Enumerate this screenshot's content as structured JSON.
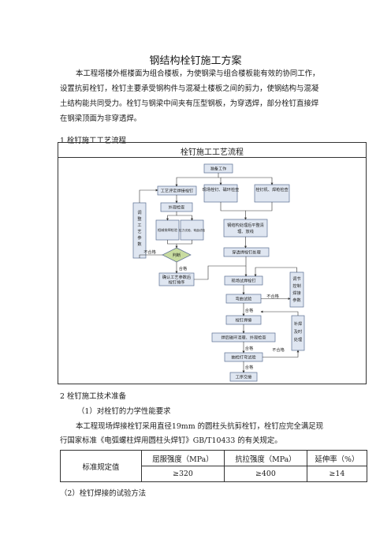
{
  "doc": {
    "title": "钢结构栓钉施工方案",
    "intro_lines": [
      "本工程塔楼外框楼面为组合楼板，为使钢梁与组合楼板能有效的协同工作，",
      "设置抗剪栓钉，栓钉主要承受钢构件与混凝土楼板之间的剪力，使钢结构与混凝",
      "土结构能共同受力。栓钉与钢梁中间夹有压型钢板，为穿透焊，部分栓钉直接焊",
      "在钢梁顶面为非穿透焊。"
    ],
    "section1": "1  栓钉施工工艺流程",
    "section2": "2  栓钉施工技术准备",
    "sub1": "（1）对栓钉的力学性能要求",
    "std_lines": [
      "本工程现场焊接栓钉采用直径19mm  的圆柱头抗剪栓钉，栓钉应完全满足现",
      "行国家标准《电弧螺柱焊用圆柱头焊钉》GB/T10433 的有关规定。"
    ],
    "sub2": "（2）栓钉焊接的试验方法"
  },
  "flow": {
    "caption": "栓钉施工工艺流程",
    "nodes": {
      "prep": "准备工作",
      "proc_test": "工艺评定焊接栓钉",
      "inspect_steel": "现场栓钉、磁环检查",
      "stud_grind": "栓钉机、焊枪检查",
      "appearance": "外观检查",
      "x_test": "相械排焊检验",
      "pull_test": "拉力试验、弯曲试验",
      "adjust_a": "调",
      "adjust_b": "整",
      "adjust_c": "工",
      "adjust_d": "艺",
      "adjust_e": "参",
      "adjust_f": "数",
      "judge": "判断",
      "fail": "不合格",
      "pass": "合格",
      "confirm_a": "确认工艺参数后",
      "confirm_b": "栓钉排序",
      "beam_a": "钢结构处理后平整清",
      "beam_b": "理、放线",
      "setout": "穿透焊栓钉处理",
      "weld": "现场试焊栓钉",
      "bend": "弯曲试验",
      "fail2": "不合格",
      "pass2": "合格",
      "reg_a": "调节",
      "reg_b": "控制",
      "reg_c": "焊接",
      "reg_d": "参数",
      "stud_weld": "栓钉焊接",
      "clean": "焊后磁环清理、外观检查",
      "pass3": "合格",
      "fail3": "不合格",
      "hammer": "抽检打弯试验",
      "pass4": "合格",
      "rework_a": "补焊",
      "rework_b": "及时",
      "rework_c": "处理",
      "done": "工序交接"
    }
  },
  "table": {
    "row_label": "标准规定值",
    "headers": [
      "屈服强度（MPa）",
      "抗拉强度（MPa）",
      "延伸率（%）"
    ],
    "values": [
      "≥320",
      "≥400",
      "≥14"
    ]
  },
  "colors": {
    "box_fill": "#dfe6f1",
    "box_stroke": "#5b6f93",
    "arrow": "#333333",
    "diamond_fill": "#c8dca0"
  }
}
